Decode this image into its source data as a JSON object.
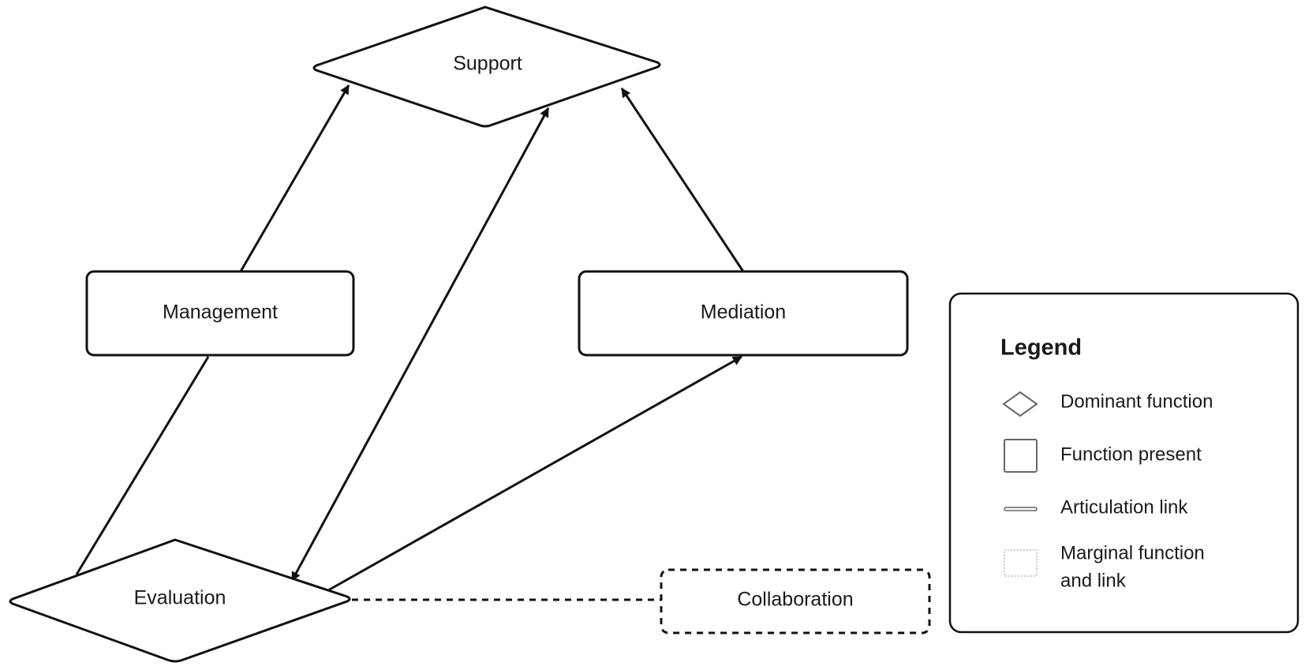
{
  "diagram": {
    "nodes": {
      "support": {
        "label": "Support",
        "shape": "diamond",
        "kind": "dominant"
      },
      "management": {
        "label": "Management",
        "shape": "rounded-rectangle",
        "kind": "present"
      },
      "mediation": {
        "label": "Mediation",
        "shape": "rounded-rectangle",
        "kind": "present"
      },
      "evaluation": {
        "label": "Evaluation",
        "shape": "diamond",
        "kind": "dominant"
      },
      "collaboration": {
        "label": "Collaboration",
        "shape": "rounded-rectangle",
        "kind": "marginal"
      }
    },
    "edges": [
      {
        "from": "management",
        "to": "support",
        "style": "solid",
        "arrow": "end"
      },
      {
        "from": "evaluation",
        "to": "support",
        "style": "solid",
        "arrow": "both"
      },
      {
        "from": "mediation",
        "to": "support",
        "style": "solid",
        "arrow": "end"
      },
      {
        "from": "evaluation",
        "to": "management",
        "style": "solid",
        "arrow": "none"
      },
      {
        "from": "evaluation",
        "to": "mediation",
        "style": "solid",
        "arrow": "end"
      },
      {
        "from": "evaluation",
        "to": "collaboration",
        "style": "dashed",
        "arrow": "none"
      }
    ],
    "colors": {
      "stroke": "#111111",
      "legend_swatch": "#666666",
      "marginal_swatch": "#bbbbbb"
    }
  },
  "legend": {
    "title": "Legend",
    "items": [
      {
        "label": "Dominant function",
        "swatch": "diamond"
      },
      {
        "label": "Function present",
        "swatch": "square"
      },
      {
        "label": "Articulation link",
        "swatch": "line"
      },
      {
        "label_lines": [
          "Marginal function",
          "and link"
        ],
        "swatch": "dotted-square"
      }
    ]
  }
}
